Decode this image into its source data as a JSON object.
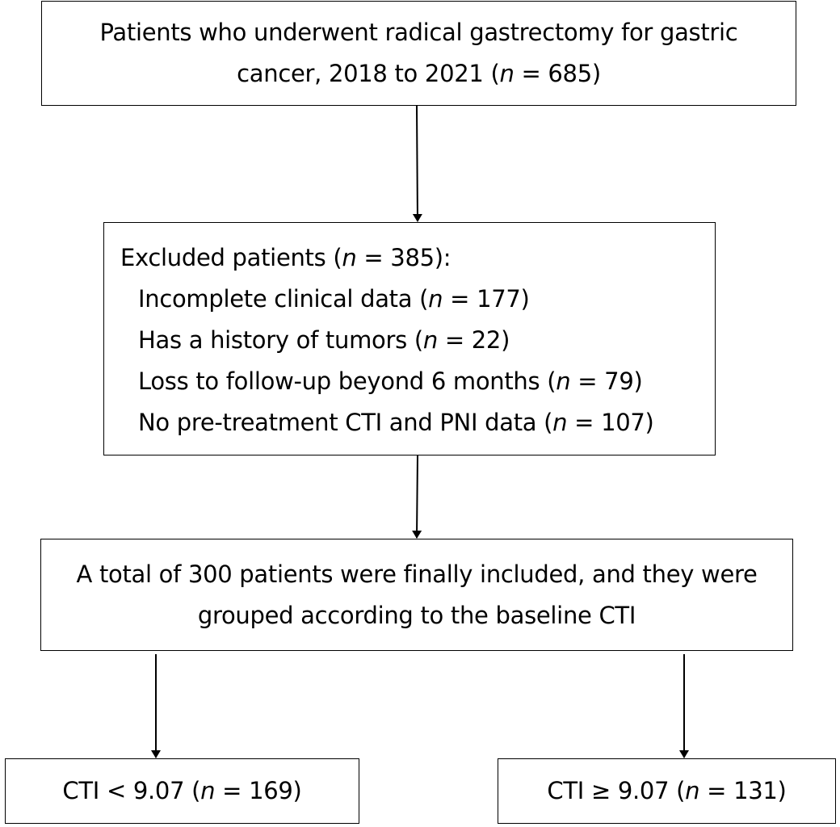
{
  "total": {
    "line1": "Patients who underwent radical gastrectomy for gastric",
    "line2_pre": "cancer, 2018 to 2021 (",
    "n_symbol": "n",
    "line2_post": " = 685)"
  },
  "excluded": {
    "header": {
      "pre": "Excluded patients (",
      "post": " = 385):"
    },
    "items": [
      {
        "pre": "Incomplete clinical data (",
        "post": " = 177)"
      },
      {
        "pre": "Has a history of tumors (",
        "post": " = 22)"
      },
      {
        "pre": "Loss to follow-up beyond 6 months (",
        "post": " = 79)"
      },
      {
        "pre": "No pre-treatment CTI and PNI data (",
        "post": " = 107)"
      }
    ]
  },
  "included": {
    "line1": "A total of 300 patients were finally included, and they were",
    "line2": "grouped according to the baseline CTI"
  },
  "groups": {
    "low": {
      "pre": "CTI < 9.07 (",
      "post": " = 169)"
    },
    "high": {
      "pre": "CTI ≥ 9.07 (",
      "post": " = 131)"
    }
  }
}
